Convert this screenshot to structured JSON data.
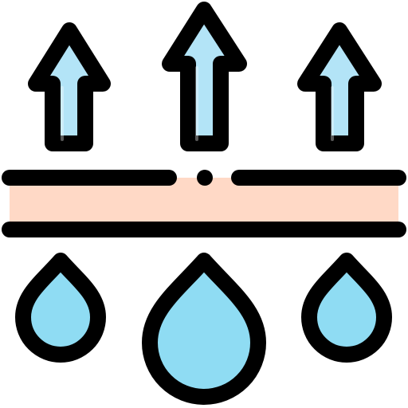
{
  "icon": {
    "name": "breathable-waterproof-membrane-icon",
    "colors": {
      "stroke": "#000000",
      "arrow_fill": "#b3e4f7",
      "drop_fill": "#8fdcf3",
      "membrane_fill": "#ffd9c6",
      "background": "#ffffff"
    },
    "arrows": [
      {
        "name": "vapor-arrow-left"
      },
      {
        "name": "vapor-arrow-center"
      },
      {
        "name": "vapor-arrow-right"
      }
    ],
    "drops": [
      {
        "name": "water-drop-left"
      },
      {
        "name": "water-drop-center"
      },
      {
        "name": "water-drop-right"
      }
    ]
  }
}
